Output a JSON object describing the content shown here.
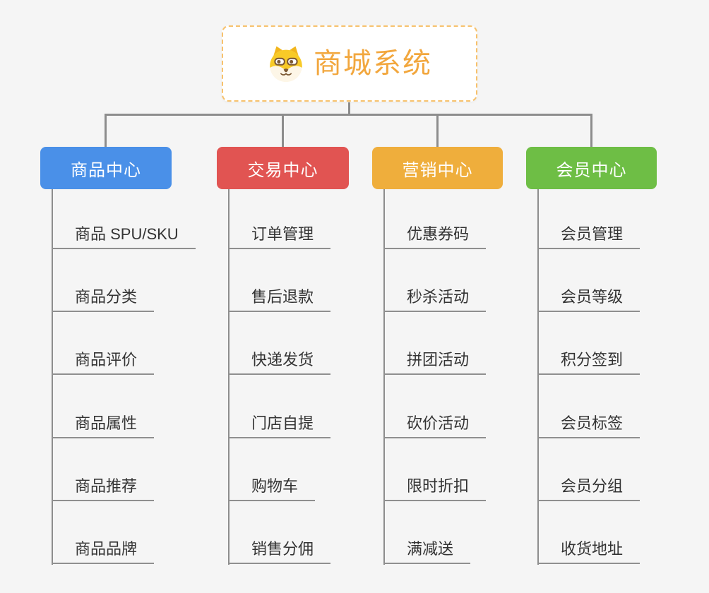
{
  "root": {
    "title": "商城系统",
    "icon": "shiba-dog-icon"
  },
  "branches": [
    {
      "label": "商品中心",
      "color": "#4a90e8",
      "items": [
        "商品 SPU/SKU",
        "商品分类",
        "商品评价",
        "商品属性",
        "商品推荐",
        "商品品牌"
      ]
    },
    {
      "label": "交易中心",
      "color": "#e15452",
      "items": [
        "订单管理",
        "售后退款",
        "快递发货",
        "门店自提",
        "购物车",
        "销售分佣"
      ]
    },
    {
      "label": "营销中心",
      "color": "#efae3c",
      "items": [
        "优惠券码",
        "秒杀活动",
        "拼团活动",
        "砍价活动",
        "限时折扣",
        "满减送"
      ]
    },
    {
      "label": "会员中心",
      "color": "#6ebe45",
      "items": [
        "会员管理",
        "会员等级",
        "积分签到",
        "会员标签",
        "会员分组",
        "收货地址"
      ]
    }
  ],
  "palette": {
    "background": "#f5f5f5",
    "connector_line": "#8d8d8d",
    "item_underline": "#8f8f8f",
    "item_text": "#333333",
    "root_border": "#f7c26d",
    "root_title": "#f2a73e",
    "branch_text": "#ffffff",
    "dog_yellow": "#f8ca27",
    "dog_cream": "#fdf6e7",
    "dog_brown": "#7d5a35"
  }
}
